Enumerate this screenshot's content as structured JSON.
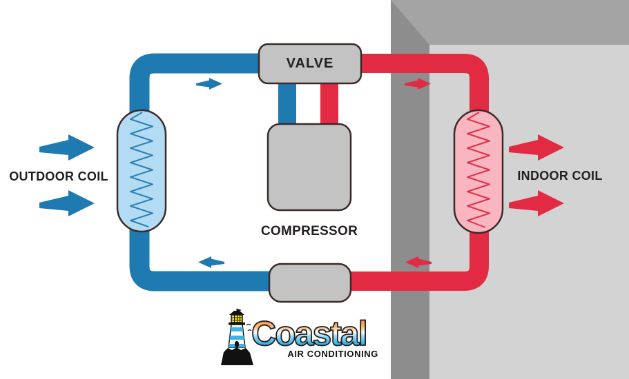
{
  "labels": {
    "valve": "VALVE",
    "compressor": "COMPRESSOR",
    "outdoor_coil": "OUTDOOR COIL",
    "indoor_coil": "INDOOR COIL"
  },
  "logo": {
    "brand": "Coastal",
    "tagline": "AIR CONDITIONING"
  },
  "airflow": {
    "outdoor_arrows_direction": "right",
    "indoor_arrows_direction": "right"
  },
  "refrigerant_flow": {
    "top_cold_line": "right",
    "top_hot_line": "right",
    "bottom_hot_line": "left",
    "bottom_cold_line": "left"
  },
  "colors": {
    "pipe_cold": "#1e7ab1",
    "pipe_hot": "#e22b43",
    "outdoor_coil_fill": "#b3dcf4",
    "outdoor_coil_zigzag": "#2e7fb5",
    "indoor_coil_fill": "#f9b6c0",
    "indoor_coil_zigzag": "#e0304a",
    "box_fill": "#c3c3c3",
    "box_border": "#3a2a28",
    "wall_dark": "#8d8d8d",
    "wall_mid": "#a4a4a4",
    "wall_light": "#d3d3d3",
    "label_text": "#231f20",
    "logo_orange": "#f07f26",
    "logo_blue": "#29abe2"
  }
}
